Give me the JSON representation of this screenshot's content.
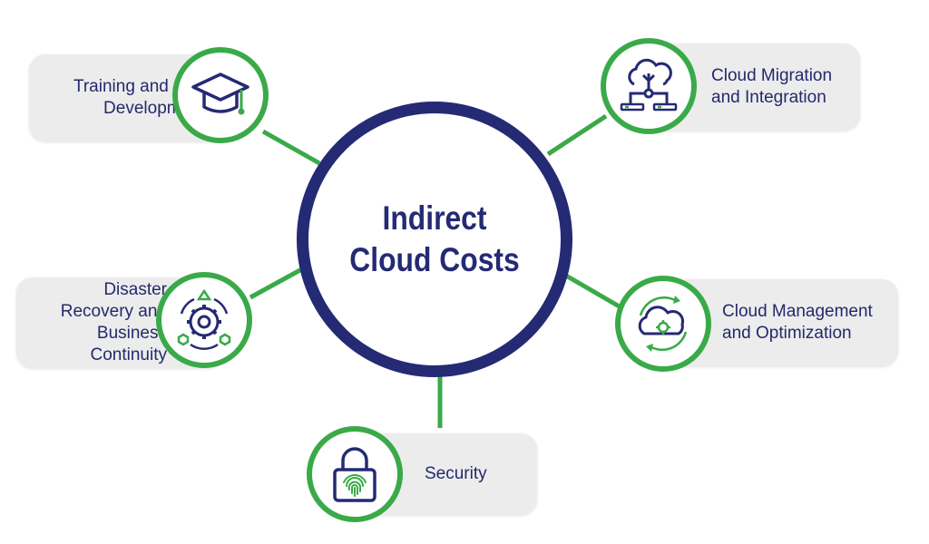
{
  "diagram": {
    "center_title": "Indirect Cloud Costs",
    "colors": {
      "hub_ring": "#252a74",
      "node_ring": "#3aaa49",
      "text": "#24296b",
      "pill_bg": "#ececed"
    },
    "nodes": [
      {
        "id": "training",
        "label": "Training and Skill Development",
        "icon": "graduation-cap-icon"
      },
      {
        "id": "migration",
        "label": "Cloud Migration and Integration",
        "icon": "cloud-network-icon"
      },
      {
        "id": "disaster",
        "label": "Disaster Recovery and Business Continuity",
        "icon": "gear-cycle-icon"
      },
      {
        "id": "management",
        "label": "Cloud Management and Optimization",
        "icon": "cloud-sync-icon"
      },
      {
        "id": "security",
        "label": "Security",
        "icon": "fingerprint-lock-icon"
      }
    ]
  }
}
